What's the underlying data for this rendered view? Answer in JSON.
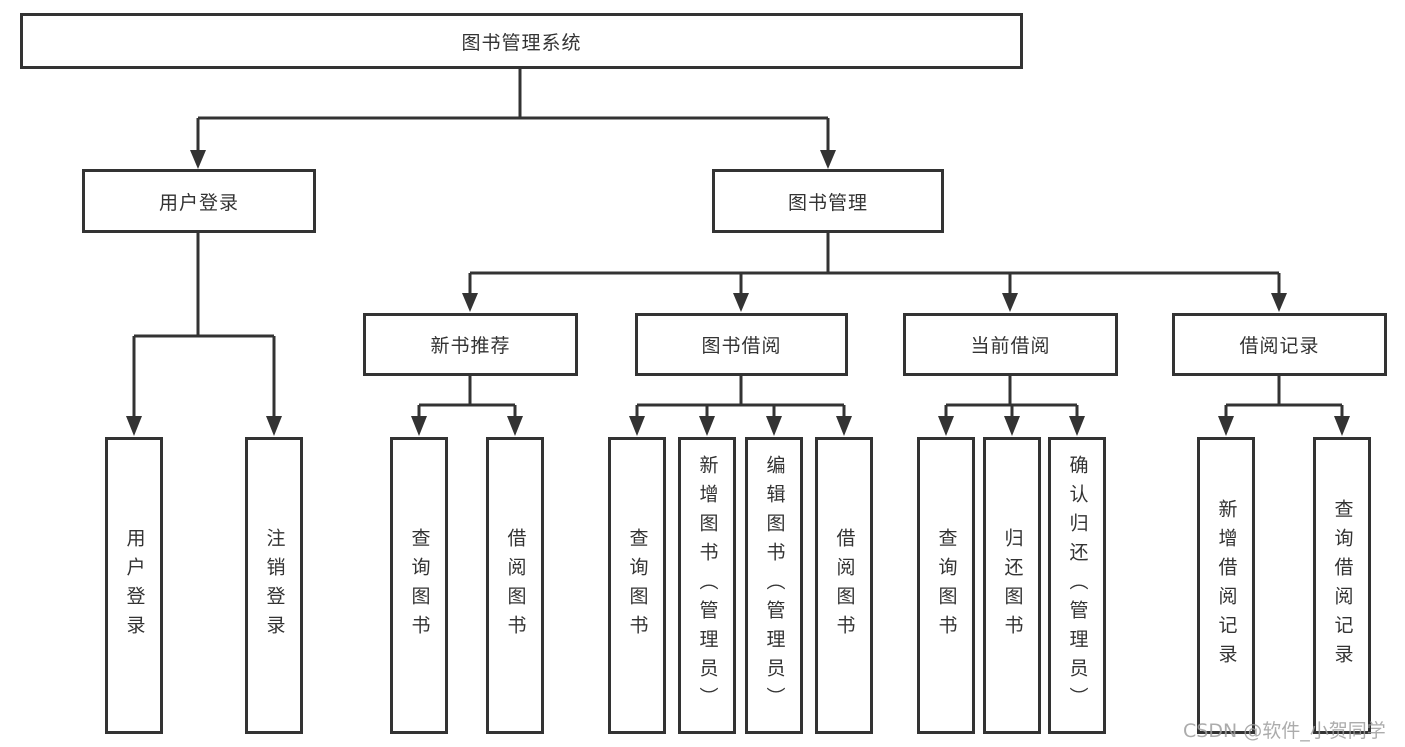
{
  "diagram": {
    "title": "图书管理系统",
    "root": "图书管理系统",
    "level2": {
      "user_login": "用户登录",
      "book_mgmt": "图书管理"
    },
    "level3": {
      "new_book": "新书推荐",
      "book_borrow": "图书借阅",
      "current_borrow": "当前借阅",
      "borrow_record": "借阅记录"
    },
    "leaves": {
      "user_login": [
        "用户登录",
        "注销登录"
      ],
      "new_book": [
        "查询图书",
        "借阅图书"
      ],
      "book_borrow": [
        "查询图书",
        "新增图书（管理员）",
        "编辑图书（管理员）",
        "借阅图书"
      ],
      "current_borrow": [
        "查询图书",
        "归还图书",
        "确认归还（管理员）"
      ],
      "borrow_record": [
        "新增借阅记录",
        "查询借阅记录"
      ]
    }
  },
  "watermark": {
    "text": "CSDN @软件_小贺同学"
  },
  "colors": {
    "line": "#333333",
    "text": "#333333",
    "box_background": "#ffffff",
    "page_background": "#ffffff",
    "watermark": "#9e9e9e"
  }
}
